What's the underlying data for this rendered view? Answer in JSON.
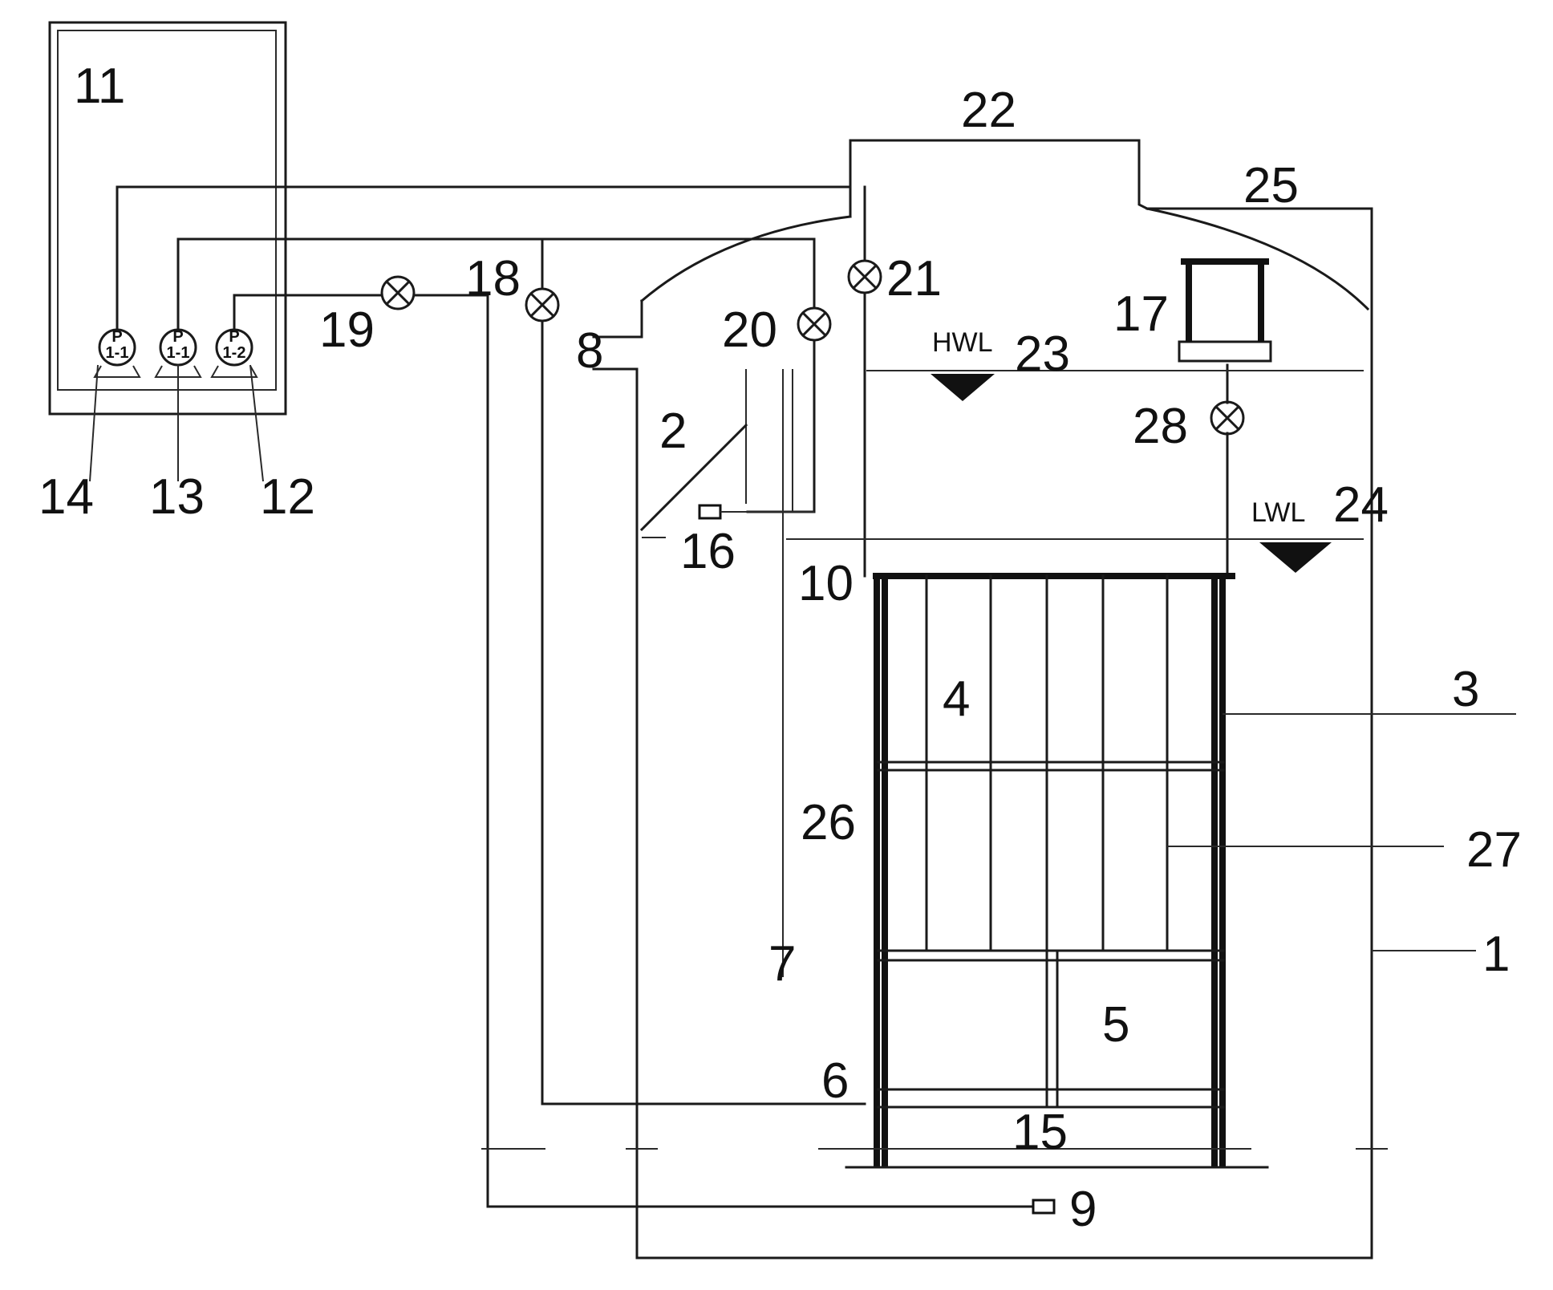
{
  "labels": {
    "n1": "1",
    "n2": "2",
    "n3": "3",
    "n4": "4",
    "n5": "5",
    "n6": "6",
    "n7": "7",
    "n8": "8",
    "n9": "9",
    "n10": "10",
    "n11": "11",
    "n12": "12",
    "n13": "13",
    "n14": "14",
    "n15": "15",
    "n16": "16",
    "n17": "17",
    "n18": "18",
    "n19": "19",
    "n20": "20",
    "n21": "21",
    "n22": "22",
    "n23": "23",
    "n24": "24",
    "n25": "25",
    "n26": "26",
    "n27": "27",
    "n28": "28"
  },
  "water_levels": {
    "high": "HWL",
    "low": "LWL"
  },
  "pump_letter": "P",
  "pump_tags": {
    "p14": "1-1",
    "p13": "1-1",
    "p12": "1-2"
  },
  "icons": [
    "valve-icon",
    "pump-icon",
    "water-level-marker-icon",
    "nozzle-icon",
    "membrane-module-icon"
  ]
}
